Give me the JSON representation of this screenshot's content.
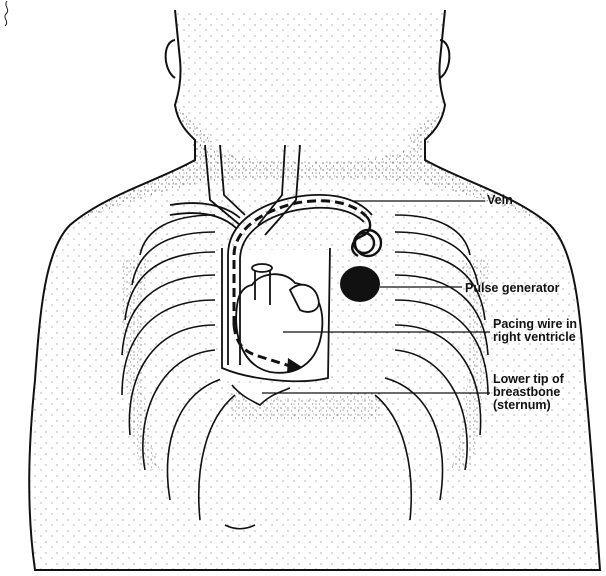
{
  "labels": {
    "vein": "Vein",
    "pulse_generator": "Pulse generator",
    "pacing_wire": [
      "Pacing wire in",
      "right ventricle"
    ],
    "sternum": [
      "Lower tip of",
      "breastbone",
      "(sternum)"
    ]
  },
  "colors": {
    "ink": "#111111",
    "background": "#ffffff"
  }
}
